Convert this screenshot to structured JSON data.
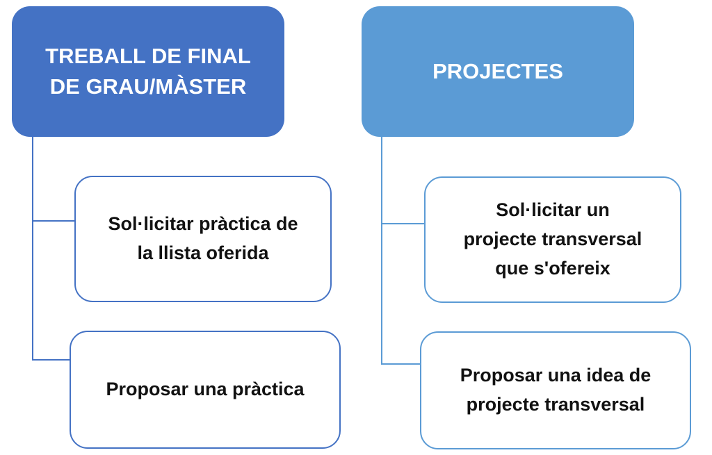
{
  "diagram": {
    "left_branch": {
      "title": "TREBALL DE FINAL\nDE GRAU/MÀSTER",
      "children": [
        "Sol·licitar pràctica de\nla llista oferida",
        "Proposar una pràctica"
      ]
    },
    "right_branch": {
      "title": "PROJECTES",
      "children": [
        "Sol·licitar un\nprojecte transversal\nque s'ofereix",
        "Proposar una idea de\nprojecte transversal"
      ]
    }
  },
  "colors": {
    "left_header": "#4472c4",
    "right_header": "#5b9bd5",
    "left_border": "#4472c4",
    "right_border": "#5b9bd5"
  }
}
